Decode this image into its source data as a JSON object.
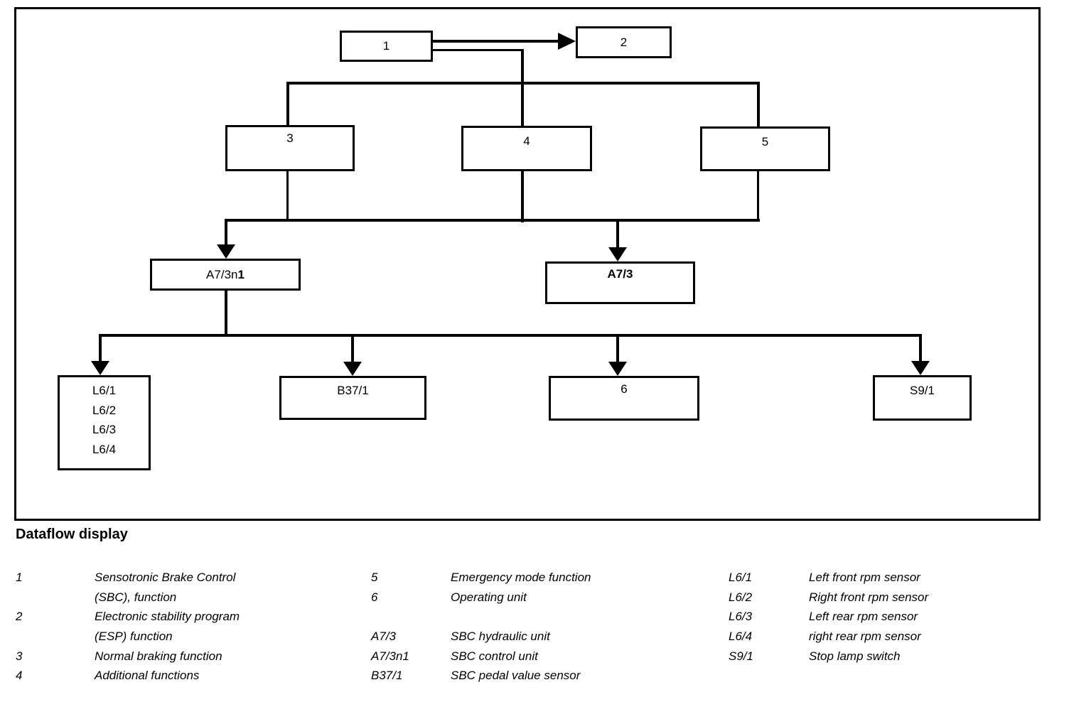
{
  "title": "Dataflow display",
  "diagram": {
    "nodes": {
      "n1": {
        "label": "1"
      },
      "n2": {
        "label": "2"
      },
      "n3": {
        "label": "3"
      },
      "n4": {
        "label": "4"
      },
      "n5": {
        "label": "5"
      },
      "a73n1": {
        "label": "A7/3n",
        "label_suffix": "1"
      },
      "a73": {
        "label": "A7/3"
      },
      "l6": {
        "lines": [
          "L6/1",
          "L6/2",
          "L6/3",
          "L6/4"
        ]
      },
      "b371": {
        "label": "B37/1"
      },
      "n6": {
        "label": "6"
      },
      "s91": {
        "label": "S9/1"
      }
    }
  },
  "legend": {
    "columns": [
      {
        "rows": [
          {
            "key": "1",
            "text": "Sensotronic Brake Control"
          },
          {
            "key": "",
            "text": "(SBC), function"
          },
          {
            "key": "2",
            "text": "Electronic stability program"
          },
          {
            "key": "",
            "text": "(ESP) function"
          },
          {
            "key": "3",
            "text": "Normal braking function"
          },
          {
            "key": "4",
            "text": "Additional functions"
          }
        ]
      },
      {
        "rows": [
          {
            "key": "5",
            "text": "Emergency mode function"
          },
          {
            "key": "6",
            "text": "Operating unit"
          },
          {
            "key": "",
            "text": ""
          },
          {
            "key": "A7/3",
            "text": "SBC hydraulic unit"
          },
          {
            "key": "A7/3n1",
            "text": "SBC control unit"
          },
          {
            "key": "B37/1",
            "text": "SBC pedal value sensor"
          }
        ]
      },
      {
        "rows": [
          {
            "key": "L6/1",
            "text": "Left front rpm sensor"
          },
          {
            "key": "L6/2",
            "text": "Right front rpm sensor"
          },
          {
            "key": "L6/3",
            "text": "Left rear rpm sensor"
          },
          {
            "key": "L6/4",
            "text": "right rear rpm sensor"
          },
          {
            "key": "S9/1",
            "text": "Stop lamp switch"
          },
          {
            "key": "",
            "text": ""
          }
        ]
      }
    ]
  },
  "colors": {
    "line": "#000000",
    "background": "#ffffff"
  }
}
